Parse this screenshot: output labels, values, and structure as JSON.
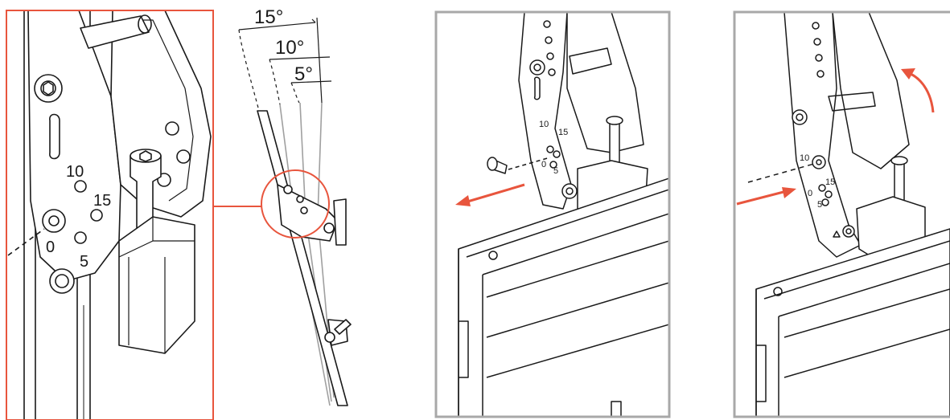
{
  "colors": {
    "accent": "#e8553d",
    "frame_gray": "#a8a8a8",
    "line": "#1a1a1a",
    "ghost": "#a0a0a0",
    "shade": "#d4d4d4"
  },
  "detail_panel": {
    "labels": {
      "ten": "10",
      "fifteen": "15",
      "zero": "0",
      "five": "5"
    }
  },
  "angle_diagram": {
    "angles": {
      "a15": "15°",
      "a10": "10°",
      "a5": "5°"
    }
  },
  "step_remove": {
    "labels": {
      "ten": "10",
      "fifteen": "15",
      "zero": "0",
      "five": "5"
    },
    "arrow_direction": "left",
    "icon": "arrow-left-icon"
  },
  "step_insert": {
    "labels": {
      "ten": "10",
      "fifteen": "15",
      "zero": "0",
      "five": "5"
    },
    "arrow_direction": "right",
    "icons": [
      "arrow-right-icon",
      "rotate-arrow-icon"
    ]
  }
}
